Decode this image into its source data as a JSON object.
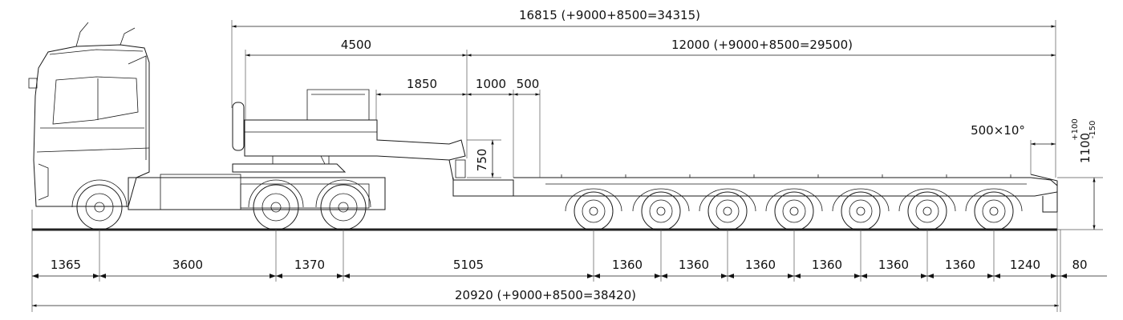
{
  "dimensions": {
    "overall_top": "16815 (+9000+8500=34315)",
    "deck_front": "4500",
    "deck_main": "12000 (+9000+8500=29500)",
    "gooseneck_1850": "1850",
    "neck_1000": "1000",
    "neck_500": "500",
    "height_750": "750",
    "rear_ramp": "500×10°",
    "height_1100": "1100",
    "height_tol_plus": "+100",
    "height_tol_minus": "-150",
    "bottom": [
      "1365",
      "3600",
      "1370",
      "5105",
      "1360",
      "1360",
      "1360",
      "1360",
      "1360",
      "1360",
      "1240",
      "80"
    ],
    "overall_bottom": "20920 (+9000+8500=38420)"
  }
}
